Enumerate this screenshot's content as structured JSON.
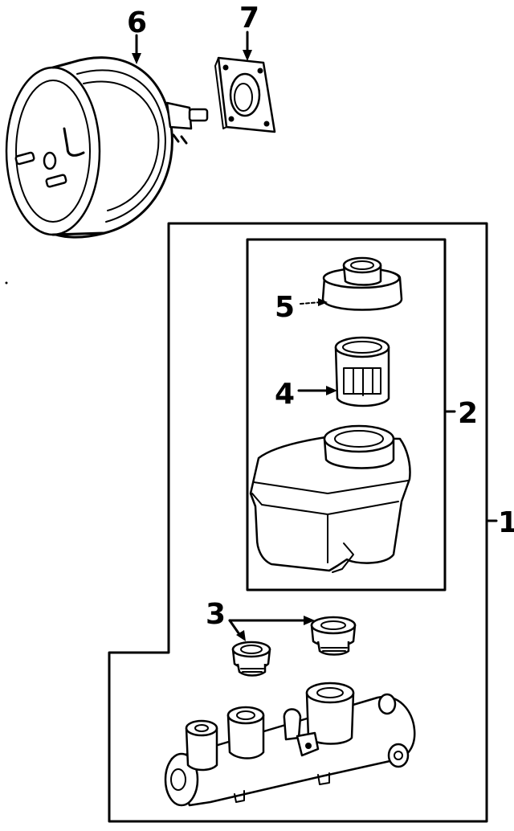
{
  "callouts": {
    "master_cylinder_assembly": "1",
    "reservoir_assembly": "2",
    "grommets": "3",
    "strainer": "4",
    "reservoir_cap": "5",
    "brake_booster": "6",
    "booster_gasket": "7"
  },
  "colors": {
    "line": "#000000",
    "background": "#ffffff"
  }
}
